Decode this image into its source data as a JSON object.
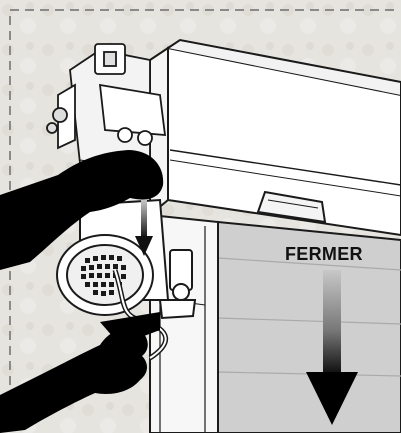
{
  "instruction": {
    "direction_label": "FERMER"
  },
  "colors": {
    "background": "#e6e4df",
    "dashed_frame": "#8a8a8a",
    "line_art": "#1a1a1a",
    "silhouette": "#000000",
    "shutter_panel": "#c9c9c9",
    "arrow_gradient_top": "#bdbdbd",
    "arrow_gradient_bottom": "#000000"
  },
  "icons": [
    "dashed-frame",
    "gear-motor",
    "electric-motor",
    "control-box",
    "hand-silhouette",
    "down-arrow",
    "shutter-panel",
    "handle"
  ]
}
